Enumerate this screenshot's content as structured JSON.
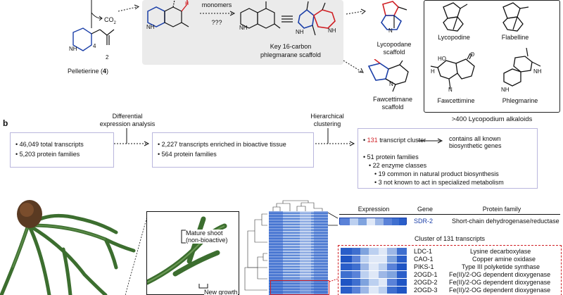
{
  "panel_a": {
    "co2": "CO",
    "co2_sub": "2",
    "monomers": "monomers",
    "question": "???",
    "h_label": "H",
    "n_label": "N",
    "h_n_label": "H",
    "pelletierine_num_4": "4",
    "pelletierine_num_2": "2",
    "pelletierine_label": "Pelletierine (",
    "pelletierine_bold": "4",
    "pelletierine_close": ")",
    "key_scaffold_line1": "Key 16-carbon",
    "key_scaffold_line2": "phlegmarane scaffold",
    "lycopodane_line1": "Lycopodane",
    "lycopodane_line2": "scaffold",
    "fawcettimane_line1": "Fawcettimane",
    "fawcettimane_line2": "scaffold",
    "alkaloids": [
      "Lycopodine",
      "Flabelline",
      "Fawcettimine",
      "Phlegmarine"
    ],
    "ho_label": "HO",
    "o_label": "O",
    "alkaloid_count": ">400 Lycopodium alkaloids"
  },
  "panel_b": {
    "label": "b",
    "step1_line1": "Differential",
    "step1_line2": "expression analysis",
    "step2_line1": "Hierarchical",
    "step2_line2": "clustering",
    "box1": [
      "• 46,049 total transcripts",
      "• 5,203 protein families"
    ],
    "box2": [
      "• 2,227 transcripts enriched in bioactive tissue",
      "• 564 protein families"
    ],
    "box3_cluster_num": "131",
    "box3_cluster_rest": " transcript cluster",
    "box3_arrow_text_line1": "contains all known",
    "box3_arrow_text_line2": "biosynthetic genes",
    "box3_items": [
      "• 51 protein families",
      "• 22 enzyme classes",
      "• 19 common in natural product biosynthesis",
      "• 3 not known to act in specialized metabolism"
    ]
  },
  "panel_c": {
    "mature_shoot_line1": "Mature shoot",
    "mature_shoot_line2": "(non-bioactive)",
    "new_growth": "New growth",
    "table_headers": [
      "Expression",
      "Gene",
      "Protein family"
    ],
    "top_gene": "SDR-2",
    "top_family": "Short-chain dehydrogenase/reductase",
    "cluster_title": "Cluster of 131 transcripts",
    "cluster_rows": [
      {
        "gene": "LDC-1",
        "family": "Lysine decarboxylase"
      },
      {
        "gene": "CAO-1",
        "family": "Copper amine oxidase"
      },
      {
        "gene": "PIKS-1",
        "family": "Type III polyketide synthase"
      },
      {
        "gene": "2OGD-1",
        "family": "Fe(II)/2-OG dependent dioxygenase"
      },
      {
        "gene": "2OGD-2",
        "family": "Fe(II)/2-OG dependent dioxygenase"
      },
      {
        "gene": "2OGD-3",
        "family": "Fe(II)/2-OG dependent dioxygenase"
      }
    ]
  },
  "colors": {
    "accent_red": "#d01f24",
    "accent_blue": "#1b3fa8",
    "heat_dark": "#1f55c4",
    "heat_light": "#dfe8f7",
    "box_border": "#b9b6dd",
    "gray_panel": "#ebebeb",
    "plant_green": "#3c6e2f"
  }
}
